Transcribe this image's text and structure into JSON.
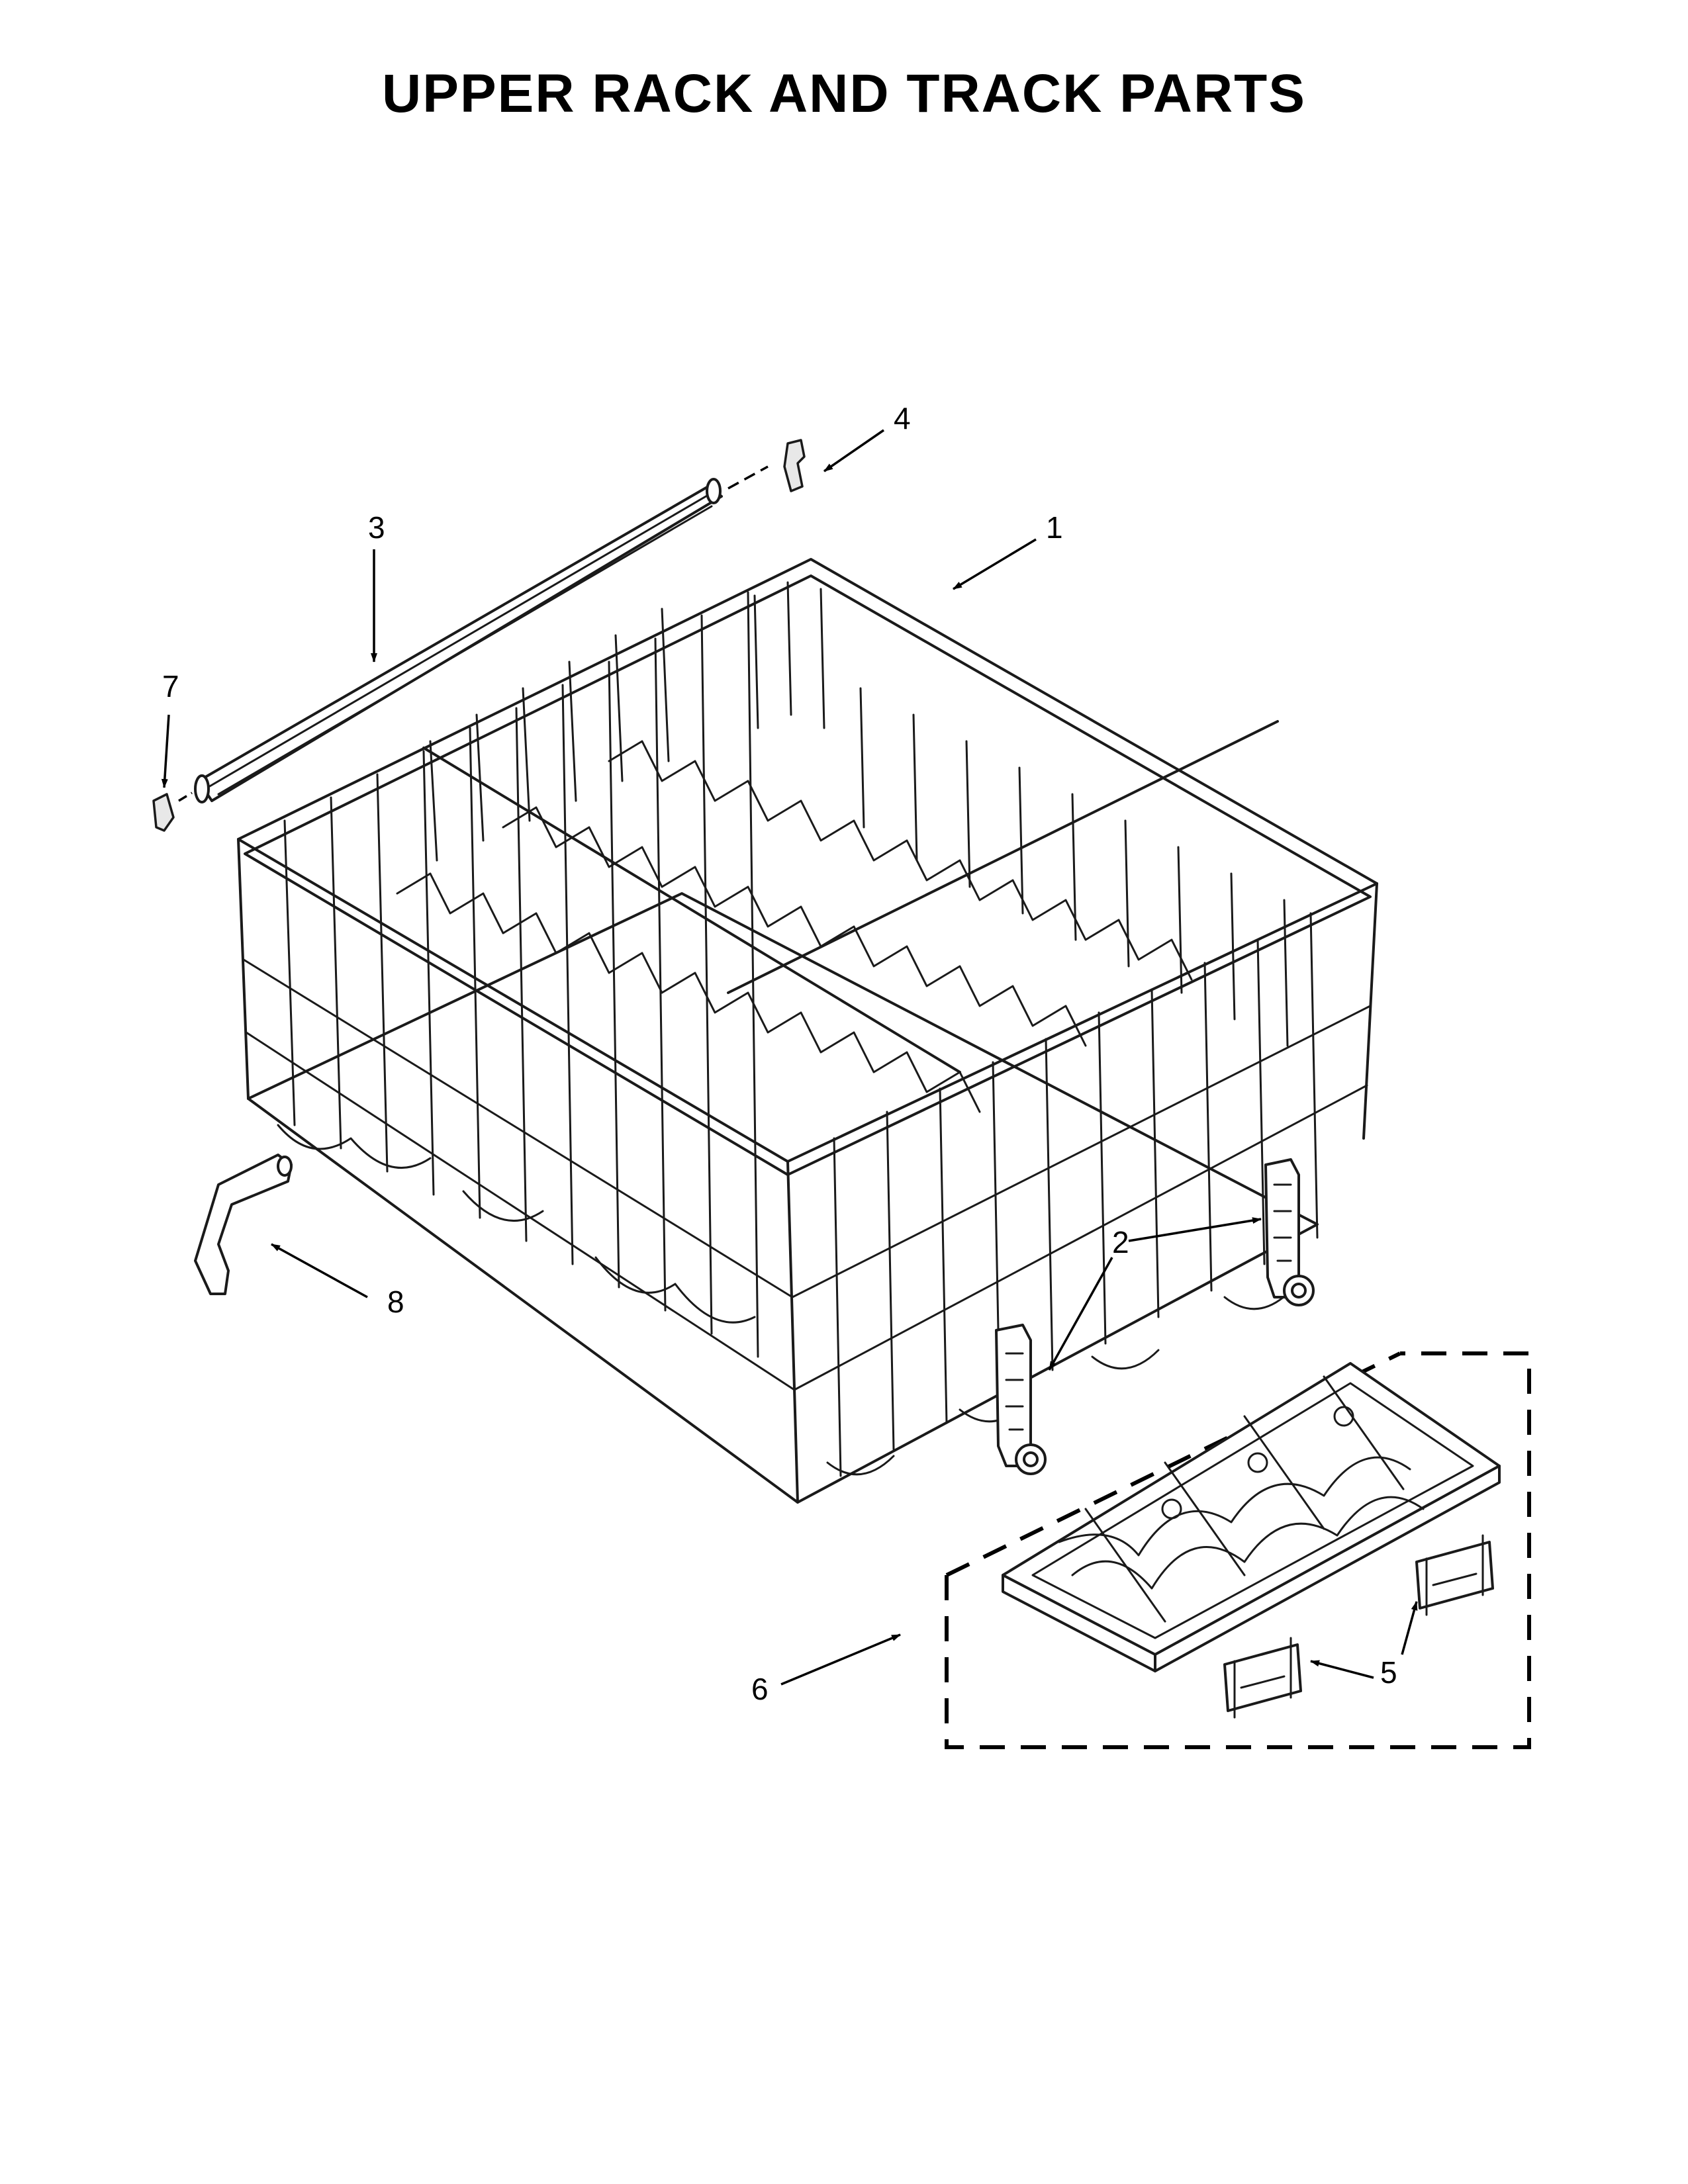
{
  "title": "UPPER RACK AND TRACK PARTS",
  "callouts": [
    "1",
    "2",
    "3",
    "4",
    "5",
    "6",
    "7",
    "8"
  ]
}
